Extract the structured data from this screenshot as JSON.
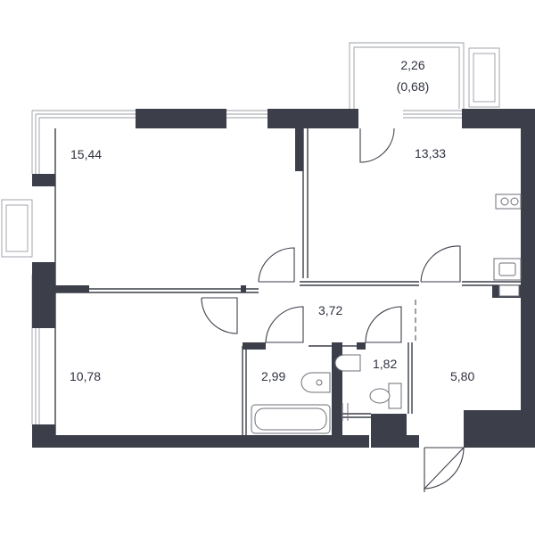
{
  "plan": {
    "rooms": [
      {
        "id": "balcony",
        "area": "2,26",
        "sub": "(0,68)"
      },
      {
        "id": "bedroom-1",
        "area": "15,44"
      },
      {
        "id": "kitchen",
        "area": "13,33"
      },
      {
        "id": "hall",
        "area": "3,72"
      },
      {
        "id": "bedroom-2",
        "area": "10,78"
      },
      {
        "id": "bathroom",
        "area": "2,99"
      },
      {
        "id": "wc",
        "area": "1,82"
      },
      {
        "id": "entrance",
        "area": "5,80"
      }
    ],
    "colors": {
      "wall": "#3c3f49",
      "window": "#9a9ca3",
      "label": "#2f3240"
    }
  }
}
